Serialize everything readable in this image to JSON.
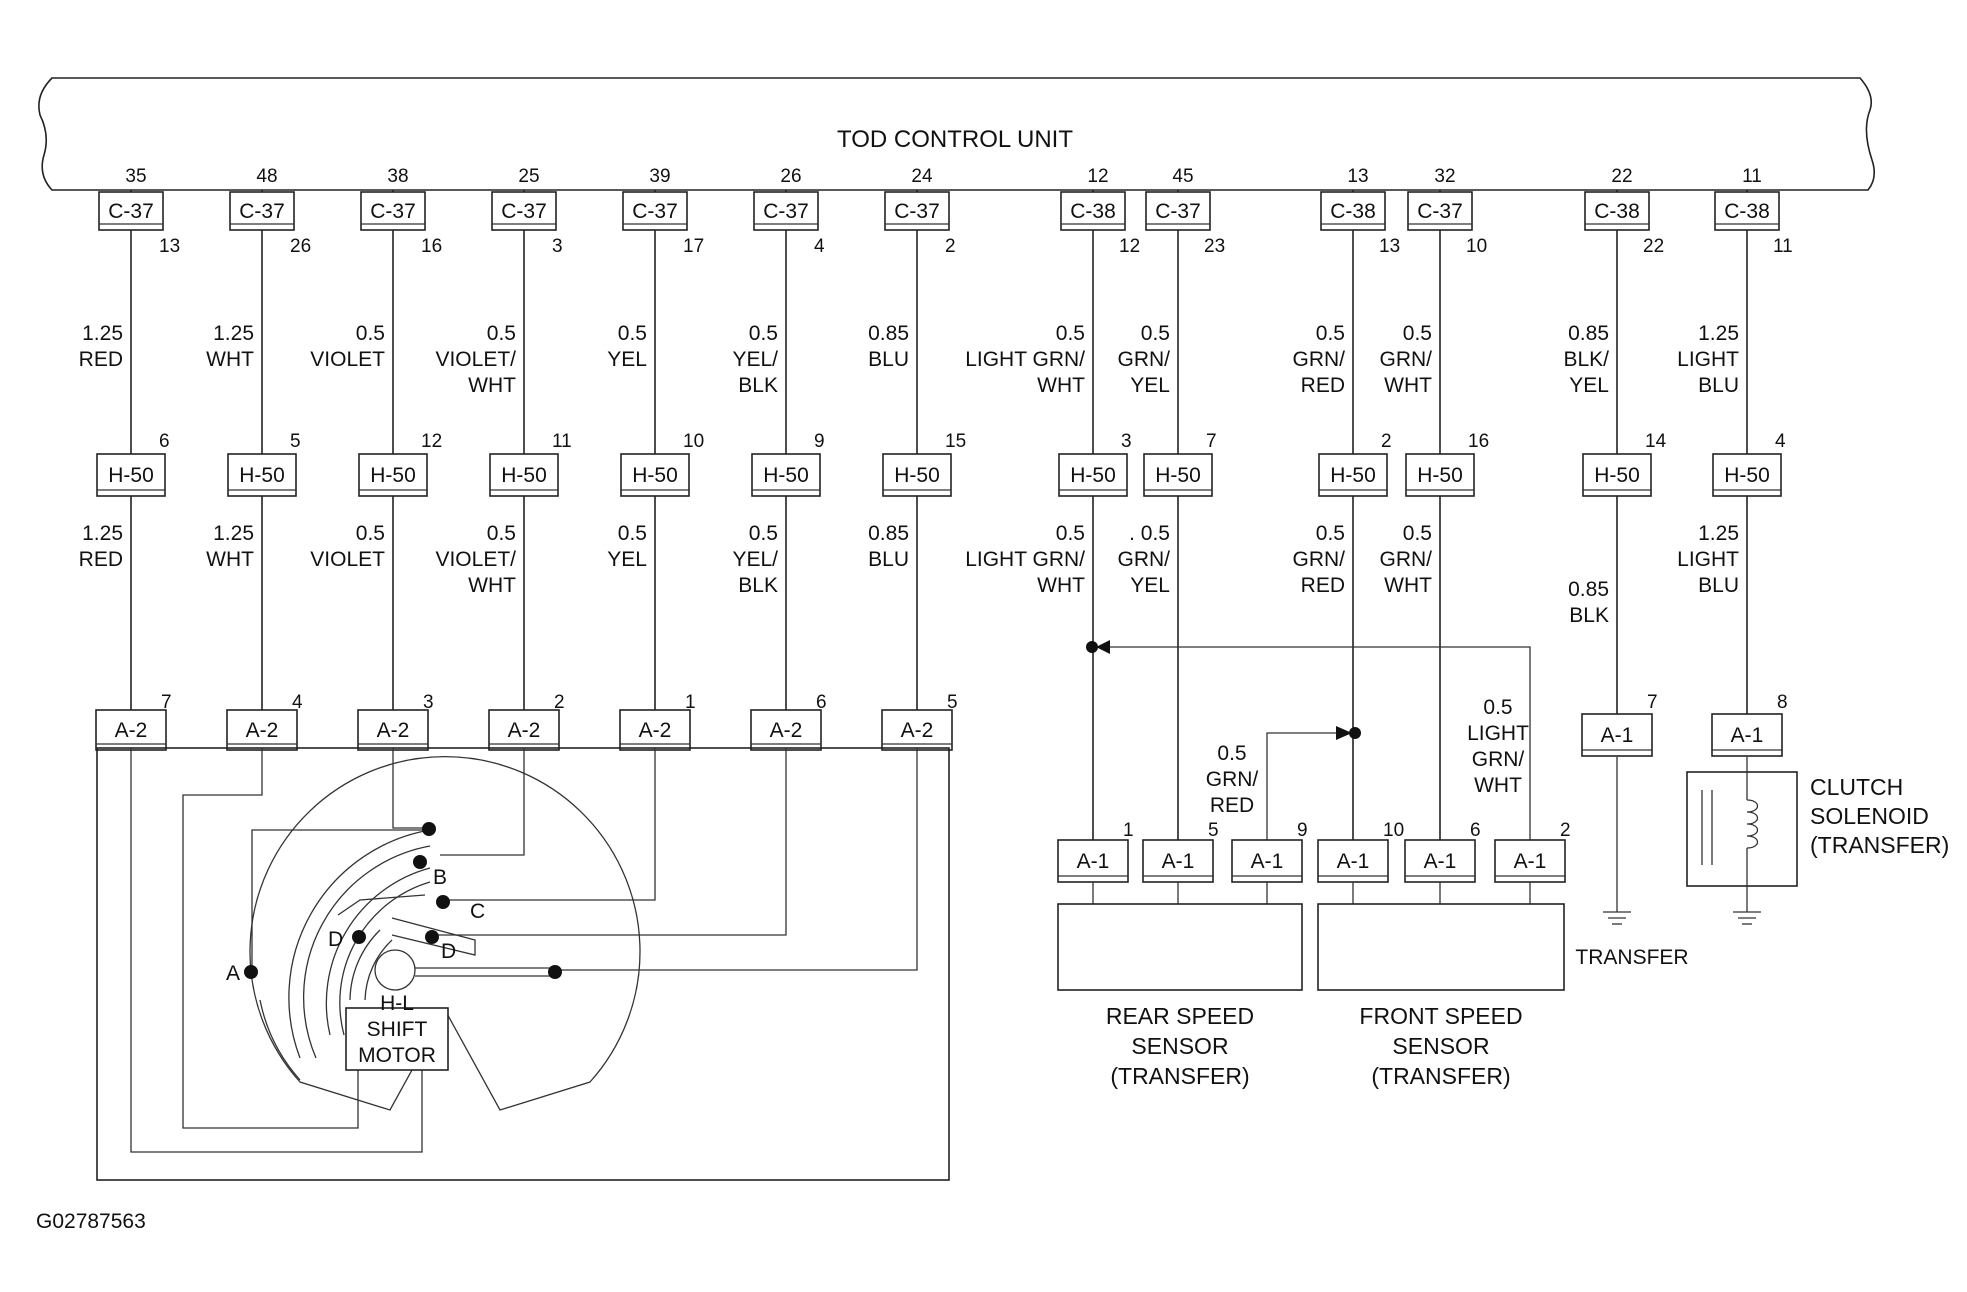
{
  "unit_title": "TOD CONTROL UNIT",
  "figure_id": "G02787563",
  "shift_circuit": [
    {
      "ecu_pin": "35",
      "ecu_conn": "C-37",
      "ecu_sub": "13",
      "wire_a": [
        "1.25",
        "RED"
      ],
      "h_pin": "6",
      "h_conn": "H-50",
      "wire_b": [
        "1.25",
        "RED"
      ],
      "a_pin": "7",
      "a_conn": "A-2"
    },
    {
      "ecu_pin": "48",
      "ecu_conn": "C-37",
      "ecu_sub": "26",
      "wire_a": [
        "1.25",
        "WHT"
      ],
      "h_pin": "5",
      "h_conn": "H-50",
      "wire_b": [
        "1.25",
        "WHT"
      ],
      "a_pin": "4",
      "a_conn": "A-2"
    },
    {
      "ecu_pin": "38",
      "ecu_conn": "C-37",
      "ecu_sub": "16",
      "wire_a": [
        "0.5",
        "VIOLET"
      ],
      "h_pin": "12",
      "h_conn": "H-50",
      "wire_b": [
        "0.5",
        "VIOLET"
      ],
      "a_pin": "3",
      "a_conn": "A-2"
    },
    {
      "ecu_pin": "25",
      "ecu_conn": "C-37",
      "ecu_sub": "3",
      "wire_a": [
        "0.5",
        "VIOLET/",
        "WHT"
      ],
      "h_pin": "11",
      "h_conn": "H-50",
      "wire_b": [
        "0.5",
        "VIOLET/",
        "WHT"
      ],
      "a_pin": "2",
      "a_conn": "A-2"
    },
    {
      "ecu_pin": "39",
      "ecu_conn": "C-37",
      "ecu_sub": "17",
      "wire_a": [
        "0.5",
        "YEL"
      ],
      "h_pin": "10",
      "h_conn": "H-50",
      "wire_b": [
        "0.5",
        "YEL"
      ],
      "a_pin": "1",
      "a_conn": "A-2"
    },
    {
      "ecu_pin": "26",
      "ecu_conn": "C-37",
      "ecu_sub": "4",
      "wire_a": [
        "0.5",
        "YEL/",
        "BLK"
      ],
      "h_pin": "9",
      "h_conn": "H-50",
      "wire_b": [
        "0.5",
        "YEL/",
        "BLK"
      ],
      "a_pin": "6",
      "a_conn": "A-2"
    },
    {
      "ecu_pin": "24",
      "ecu_conn": "C-37",
      "ecu_sub": "2",
      "wire_a": [
        "0.85",
        "BLU"
      ],
      "h_pin": "15",
      "h_conn": "H-50",
      "wire_b": [
        "0.85",
        "BLU"
      ],
      "a_pin": "5",
      "a_conn": "A-2"
    }
  ],
  "sensor_circuit": [
    {
      "ecu_pin": "12",
      "ecu_conn": "C-38",
      "ecu_sub": "12",
      "wire_a": [
        "0.5",
        "LIGHT GRN/",
        "WHT"
      ],
      "h_pin": "3",
      "h_conn": "H-50",
      "wire_b": [
        "0.5",
        "LIGHT GRN/",
        "WHT"
      ]
    },
    {
      "ecu_pin": "45",
      "ecu_conn": "C-37",
      "ecu_sub": "23",
      "wire_a": [
        "0.5",
        "GRN/",
        "YEL"
      ],
      "h_pin": "7",
      "h_conn": "H-50",
      "wire_b": [
        ". 0.5",
        "GRN/",
        "YEL"
      ]
    },
    {
      "ecu_pin": "13",
      "ecu_conn": "C-38",
      "ecu_sub": "13",
      "wire_a": [
        "0.5",
        "GRN/",
        "RED"
      ],
      "h_pin": "2",
      "h_conn": "H-50",
      "wire_b": [
        "0.5",
        "GRN/",
        "RED"
      ]
    },
    {
      "ecu_pin": "32",
      "ecu_conn": "C-37",
      "ecu_sub": "10",
      "wire_a": [
        "0.5",
        "GRN/",
        "WHT"
      ],
      "h_pin": "16",
      "h_conn": "H-50",
      "wire_b": [
        "0.5",
        "GRN/",
        "WHT"
      ]
    },
    {
      "ecu_pin": "22",
      "ecu_conn": "C-38",
      "ecu_sub": "22",
      "wire_a": [
        "0.85",
        "BLK/",
        "YEL"
      ],
      "h_pin": "14",
      "h_conn": "H-50",
      "wire_b": [
        "0.85",
        "BLK"
      ],
      "a_pin": "7",
      "a_conn": "A-1"
    },
    {
      "ecu_pin": "11",
      "ecu_conn": "C-38",
      "ecu_sub": "11",
      "wire_a": [
        "1.25",
        "LIGHT",
        "BLU"
      ],
      "h_pin": "4",
      "h_conn": "H-50",
      "wire_b": [
        "1.25",
        "LIGHT",
        "BLU"
      ],
      "a_pin": "8",
      "a_conn": "A-1"
    }
  ],
  "speed_sensor_pins": [
    {
      "pin": "1",
      "conn": "A-1"
    },
    {
      "pin": "5",
      "conn": "A-1"
    },
    {
      "pin": "9",
      "conn": "A-1"
    },
    {
      "pin": "10",
      "conn": "A-1"
    },
    {
      "pin": "6",
      "conn": "A-1"
    },
    {
      "pin": "2",
      "conn": "A-1"
    }
  ],
  "jumper_wire_1": [
    "0.5",
    "GRN/",
    "RED"
  ],
  "jumper_wire_2": [
    "0.5",
    "LIGHT",
    "GRN/",
    "WHT"
  ],
  "rear_sensor_label": [
    "REAR SPEED",
    "SENSOR",
    "(TRANSFER)"
  ],
  "front_sensor_label": [
    "FRONT SPEED",
    "SENSOR",
    "(TRANSFER)"
  ],
  "clutch_label": [
    "CLUTCH",
    "SOLENOID",
    "(TRANSFER)"
  ],
  "transfer_ground": "TRANSFER",
  "motor_label": [
    "H-L",
    "SHIFT",
    "MOTOR"
  ],
  "contact_letters": {
    "a": "A",
    "b": "B",
    "c": "C",
    "d1": "D",
    "d2": "D"
  }
}
